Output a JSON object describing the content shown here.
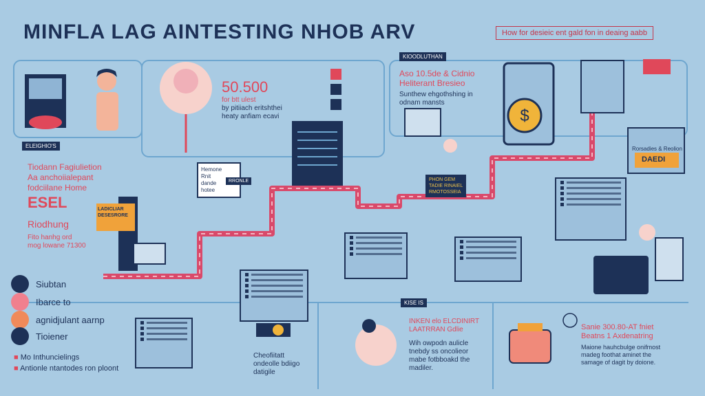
{
  "title": "MINFLA LAG AINTESTING NHOB ARV",
  "subtitle": "How for desieic ent gald fon in deaing aabb",
  "tags": {
    "left": "ELEIGHIO'S",
    "top_right": "KIOODLUTHAN",
    "center": "KISE IS"
  },
  "left_panel": {
    "heading": "Tiodann Fagiulietion\nAa  anchoiialepant\nfodciilane Home",
    "big": "ESEL",
    "sub": "Riodhung",
    "note": "Fito hanhg ord\nmog lowane 71300"
  },
  "stat": {
    "value": "50.500",
    "label": "for btt ulest",
    "desc": "by pitiiach eritshthei\nheaty anfiam ecavi"
  },
  "top_right_panel": {
    "heading": "Aso 10.5de & Cidnio\nHeliterant Bresieo",
    "desc": "Sunthew ehgothshing in\nodnam mansts"
  },
  "callouts": {
    "bubble": "Hemone\nRnit\ndande\nhotee",
    "bubble_tag": "RRONLE",
    "sign": "LADICLIAR\nDESESRORE",
    "mid_tag": "PHON GEM\nTADIE RINAIEL\nRMOTOSSEIA",
    "right_sign_1": "Rorsadies & Reolion",
    "right_sign_2": "DAEDI"
  },
  "legend": [
    {
      "label": "Siubtan",
      "color": "#1d3157"
    },
    {
      "label": "Ibarce to",
      "color": "#f0808e"
    },
    {
      "label": "agnidjulant aarnp",
      "color": "#f08a5a"
    },
    {
      "label": "Tioiener",
      "color": "#1d3157"
    }
  ],
  "footnotes": [
    "Mo Inthuncielings",
    "Antionle ntantodes ron ploont"
  ],
  "bottom_center": {
    "heading": "Cheofiitatt\nondeolle bdiigo\ndatigile"
  },
  "bottom_mid": {
    "heading": "INKEN elo ELCDINIRT\nLAATRRAN Gdlie",
    "desc": "Wih owpodn aulicle\ntnebdy ss oncolieor\nmabe fotbboakd the\nmadiler."
  },
  "bottom_right": {
    "heading": "Sanie 300.80-AT fniet\nBeatns 1 Axdenatring",
    "desc": "Maione hauhcbulge onifmost\nmadeg foothat aminet the\nsamage of dagit by doione."
  },
  "colors": {
    "background": "#a9cbe3",
    "navy": "#1d3157",
    "accent": "#e0485a",
    "path": "#d9496a"
  }
}
